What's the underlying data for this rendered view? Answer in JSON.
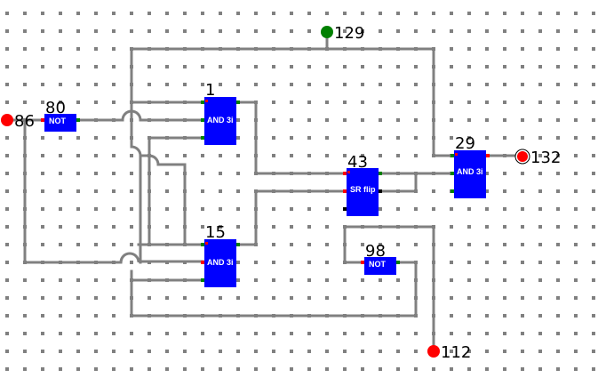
{
  "colors": {
    "wire": "#808080",
    "gate": "#0000ff",
    "pin_red": "#ff0000",
    "pin_green": "#008000",
    "dot": "#808080",
    "background": "#ffffff"
  },
  "io": {
    "input_86": "86",
    "input_112": "112",
    "input_129": "129",
    "output_132": "132"
  },
  "gates": {
    "and1": {
      "id": "1",
      "label": "AND 3i"
    },
    "and15": {
      "id": "15",
      "label": "AND 3i"
    },
    "and29": {
      "id": "29",
      "label": "AND 3i"
    },
    "srflip43": {
      "id": "43",
      "label": "SR flip"
    },
    "not80": {
      "id": "80",
      "label": "NOT"
    },
    "not98": {
      "id": "98",
      "label": "NOT"
    }
  }
}
